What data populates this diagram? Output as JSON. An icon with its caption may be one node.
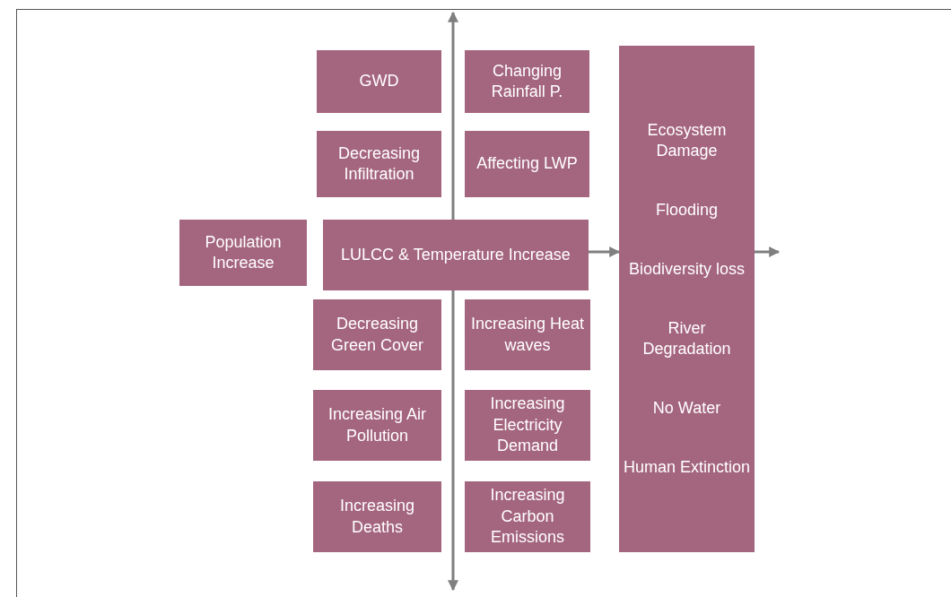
{
  "diagram": {
    "nodes": [
      {
        "text": [
          "GWD"
        ]
      },
      {
        "text": [
          "Changing Rainfall P."
        ]
      },
      {
        "text": [
          "Decreasing Infiltration"
        ]
      },
      {
        "text": [
          "Affecting LWP"
        ]
      },
      {
        "text": [
          "Population Increase"
        ]
      },
      {
        "text": [
          "LULCC & Temperature Increase"
        ]
      },
      {
        "text": [
          "Decreasing Green Cover"
        ]
      },
      {
        "text": [
          "Increasing Heat waves"
        ]
      },
      {
        "text": [
          "Increasing Air Pollution"
        ]
      },
      {
        "text": [
          "Increasing Electricity Demand"
        ]
      },
      {
        "text": [
          "Increasing Deaths"
        ]
      },
      {
        "text": [
          "Increasing Carbon Emissions"
        ]
      },
      {
        "text": [
          "Ecosystem Damage",
          "Flooding",
          "Biodiversity loss",
          "River Degradation",
          "No Water",
          "Human Extinction"
        ]
      }
    ],
    "edges": [
      {
        "from": 5,
        "to": null,
        "arrow": "to"
      },
      {
        "from": 5,
        "to": null,
        "arrow": "to"
      },
      {
        "from": 5,
        "to": 12,
        "arrow": "to"
      },
      {
        "from": 12,
        "to": null,
        "arrow": "to"
      }
    ]
  }
}
